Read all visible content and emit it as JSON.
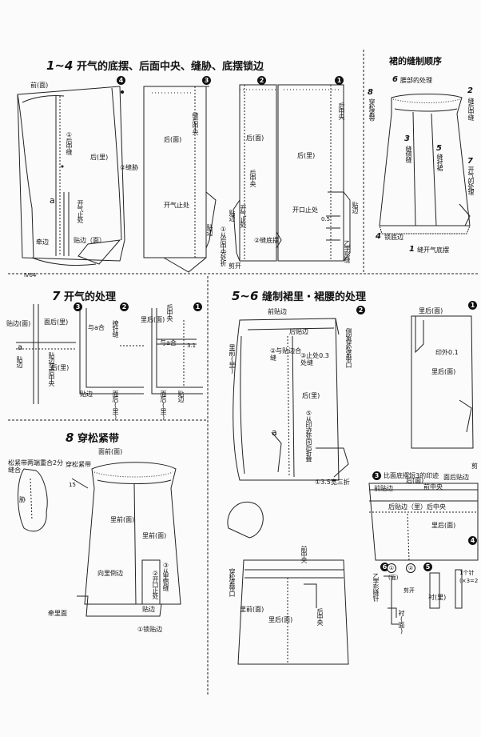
{
  "section_1_4": {
    "title_num": "1~4",
    "title_text": "开气的底摆、后面中央、缝胁、底摆锁边",
    "steps": [
      "4",
      "3",
      "2",
      "1"
    ],
    "panel4": {
      "front": "前(面)",
      "center_seam": "①后中缝",
      "back": "后(里)",
      "side": "②缝胁",
      "vent": "开气止处",
      "a": "a",
      "edge": "牵边",
      "facing": "贴边（面）"
    },
    "panel3": {
      "back": "后(面)",
      "center": "缝后中央",
      "vent": "开气止处",
      "facing": "贴边"
    },
    "panel2": {
      "back": "后(面)",
      "center": "后中央",
      "vent": "开气止处",
      "facing": "贴边",
      "fold": "①从后中央处折",
      "hem": "②缝底摆",
      "cut": "剪开"
    },
    "panel1": {
      "center": "后中央",
      "back": "后(里)",
      "vent": "开口止处",
      "facing": "贴边",
      "zigzag": "乙字形缝",
      "size": "0.5"
    }
  },
  "seq": {
    "title": "裙的缝制顺序",
    "n6": "6",
    "waist": "腰部的处理",
    "n8": "8",
    "elastic": "穿松紧带",
    "n2": "2",
    "cb": "缝后中缝",
    "n3": "3",
    "side": "缝侧缝",
    "n5": "5",
    "lining": "缝衬裙",
    "n7": "7",
    "vent": "开气的处理",
    "n4": "4",
    "lock": "锁底边",
    "n1": "1",
    "hem": "缝开气底摆"
  },
  "section_7": {
    "title_num": "7",
    "title_text": "开气的处理",
    "steps": [
      "3",
      "2",
      "1"
    ],
    "labels": {
      "facing1": "贴边(面)",
      "back1": "面后(里)",
      "a_join": "与a合",
      "blind": "撩针缝",
      "wrap": "贴边至后中央",
      "back2": "后(里)",
      "lining_back": "里后(面)",
      "a_join2": "与a合",
      "center": "后中央",
      "a": "a",
      "n31": "3.1",
      "facing2": "贴边",
      "facing3": "贴边",
      "back3": "面后(里)",
      "back4": "面后(里)",
      "facing4": "贴边"
    }
  },
  "section_5_6": {
    "title_num": "5~6",
    "title_text": "缝制裙里・裙腰的处理",
    "steps": [
      "2",
      "1",
      "3",
      "4",
      "6",
      "5"
    ],
    "labels": {
      "front_facing": "前贴边",
      "back_facing": "后贴边",
      "lining_front": "里前(里)",
      "side_open": "侧留穿松紧带口",
      "s2": "②与贴边合缝",
      "s3": "③止处0.3处缝",
      "back_inner": "后(里)",
      "s5": "⑤从印迹处向后折叠",
      "a": "a",
      "s1": "①3.5宽三折",
      "lining_back": "里后(面)",
      "mark": "印外0.1",
      "lining_back2": "里后(面)",
      "note3": "比面底摆短3的印迹",
      "front_facing2": "前贴边",
      "back_face": "后(面)",
      "front_center": "前中央",
      "back_facing2": "面后贴边",
      "cut": "剪",
      "back_center_band": "后贴边（里）后中央",
      "back_lining": "里后(面)",
      "front_center2": "前中央",
      "elastic_opening": "穿松紧带口",
      "lining_front2": "里前(面)",
      "lining_back3": "里后(面)",
      "back_center2": "后中央",
      "zig": "乙字形缝针",
      "face": "(面)",
      "cut2": "剪开",
      "facing_face": "衬(面)",
      "slit": "衬(里)",
      "one_needle": "1个针",
      "n3x2": "(×3=2"
    },
    "small": {
      "n1": "①",
      "n2": "②"
    }
  },
  "section_8": {
    "title_num": "8",
    "title_text": "穿松紧带",
    "labels": {
      "waist_face": "面前(面)",
      "elastic_note": "松紧带两端重合2分缝合",
      "insert": "穿松紧带",
      "n15": "15",
      "side": "胁",
      "lining_front": "里前(面)",
      "lining_front2": "里前(面)",
      "fold_back": "向里倒边",
      "s3": "③从里锁缝",
      "s2": "②开口止处",
      "facing": "贴边",
      "s1": "①锁贴边",
      "edge": "牵里面"
    }
  },
  "footer": {
    "mark": "Ⅳ64"
  }
}
